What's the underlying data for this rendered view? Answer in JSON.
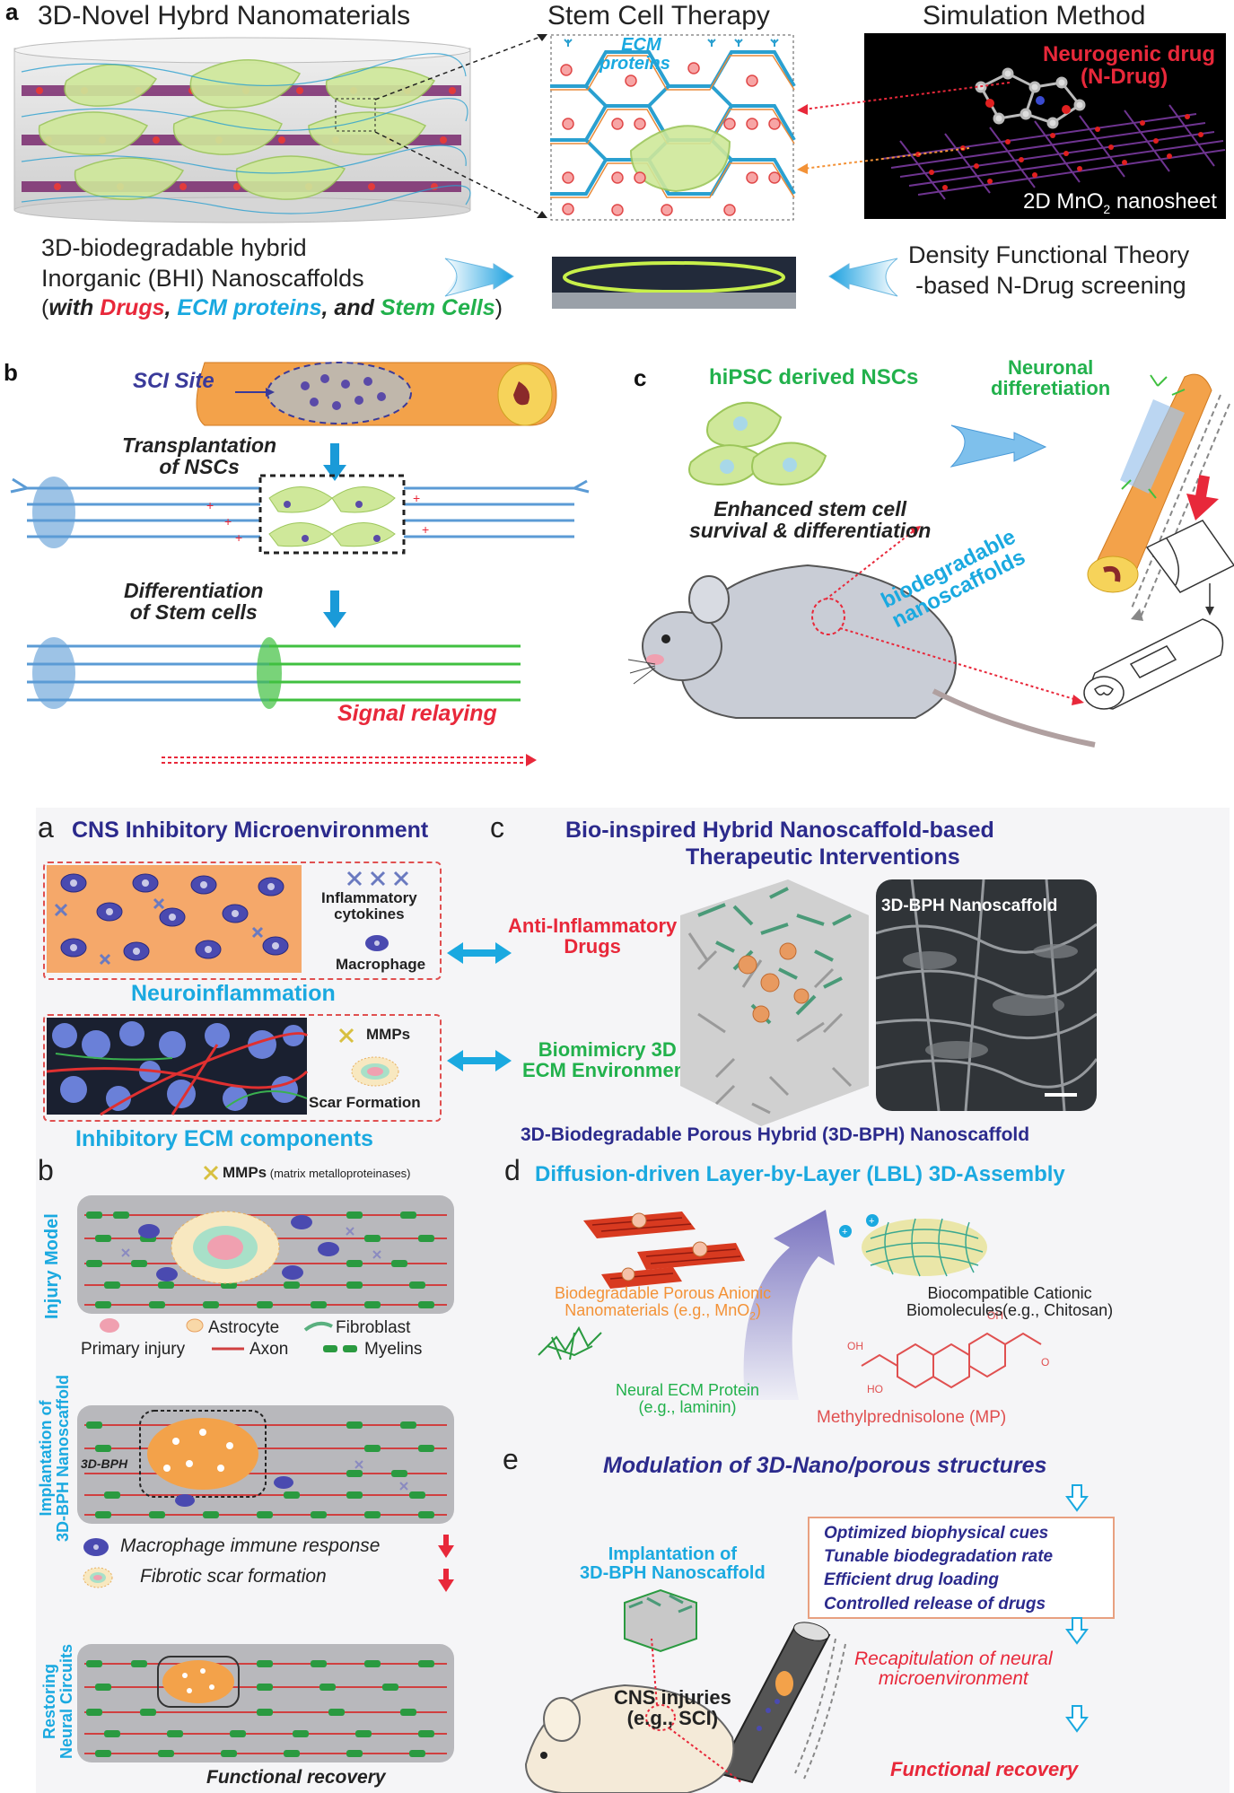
{
  "top": {
    "a": {
      "letter": "a",
      "title_left": "3D-Novel Hybrd Nanomaterials",
      "title_mid": "Stem Cell Therapy",
      "title_right": "Simulation Method",
      "ecm_line1": "ECM",
      "ecm_line2": "proteins",
      "drug_line1": "Neurogenic drug",
      "drug_line2": "(N-Drug)",
      "nanosheet": "2D MnO",
      "nanosheet_sub": "2",
      "nanosheet_tail": " nanosheet",
      "bhi_line1": "3D-biodegradable hybrid",
      "bhi_line2": "Inorganic (BHI) Nanoscaffolds",
      "with_open": "(",
      "with_word": "with ",
      "drugs": "Drugs",
      "comma1": ", ",
      "ecm": "ECM proteins",
      "comma2": ", and ",
      "stem": "Stem Cells",
      "with_close": ")",
      "dft_line1": "Density Functional Theory",
      "dft_line2": "-based N-Drug screening"
    },
    "b": {
      "letter": "b",
      "sci_site": "SCI Site",
      "transplant_line1": "Transplantation",
      "transplant_line2": "of NSCs",
      "diff_line1": "Differentiation",
      "diff_line2": "of Stem cells",
      "signal": "Signal relaying"
    },
    "c": {
      "letter": "c",
      "hipsc": "hiPSC derived NSCs",
      "neuronal_line1": "Neuronal",
      "neuronal_line2": "differetiation",
      "enhanced_line1": "Enhanced stem cell",
      "enhanced_line2": "survival & differentiation",
      "bio_line1": "biodegradable",
      "bio_line2": "nanoscaffolds"
    }
  },
  "bottom": {
    "a": {
      "letter": "a",
      "title": "CNS Inhibitory Microenvironment",
      "inflam_line1": "Inflammatory",
      "inflam_line2": "cytokines",
      "macrophage": "Macrophage",
      "neuroinflammation": "Neuroinflammation",
      "mmps": "MMPs",
      "scar": "Scar Formation",
      "inhibitory": "Inhibitory ECM components"
    },
    "c": {
      "letter": "c",
      "title_line1": "Bio-inspired Hybrid Nanoscaffold-based",
      "title_line2": "Therapeutic Interventions",
      "anti_line1": "Anti-Inflammatory",
      "anti_line2": "Drugs",
      "bio_line1": "Biomimicry 3D",
      "bio_line2": "ECM Environment",
      "sem_label": "3D-BPH Nanoscaffold",
      "caption": "3D-Biodegradable Porous Hybrid (3D-BPH) Nanoscaffold"
    },
    "b": {
      "letter": "b",
      "mmps_bold": "MMPs",
      "mmps_rest": " (matrix metalloproteinases)",
      "injury_model": "Injury Model",
      "astrocyte": "Astrocyte",
      "fibroblast": "Fibroblast",
      "primary": "Primary injury",
      "axon": "Axon",
      "myelins": "Myelins",
      "implant_line1": "Implantation of",
      "implant_line2": "3D-BPH Nanoscaffold",
      "bph": "3D-BPH",
      "macro_resp": "Macrophage immune response",
      "fibrotic": "Fibrotic scar formation",
      "restore_line1": "Restoring",
      "restore_line2": "Neural Circuits",
      "functional": "Functional recovery"
    },
    "d": {
      "letter": "d",
      "title": "Diffusion-driven Layer-by-Layer (LBL) 3D-Assembly",
      "anionic_line1": "Biodegradable Porous Anionic",
      "anionic_line2": "Nanomaterials (e.g., MnO",
      "anionic_sub": "2",
      "anionic_close": ")",
      "cationic_line1": "Biocompatible Cationic",
      "cationic_line2": "Biomolecules(e.g., Chitosan)",
      "neural_line1": "Neural ECM Protein",
      "neural_line2": "(e.g., laminin)",
      "mp": "Methylprednisolone (MP)"
    },
    "e": {
      "letter": "e",
      "title": "Modulation of 3D-Nano/porous structures",
      "box": [
        "Optimized biophysical cues",
        "Tunable biodegradation rate",
        "Efficient drug loading",
        "Controlled release of drugs"
      ],
      "implant_line1": "Implantation of",
      "implant_line2": "3D-BPH Nanoscaffold",
      "recap_line1": "Recapitulation of neural",
      "recap_line2": "microenvironment",
      "cns_line1": "CNS injuries",
      "cns_line2": "(e.g., SCI)",
      "functional": "Functional recovery"
    }
  },
  "colors": {
    "red": "#e8283a",
    "cyan": "#1aa9e0",
    "green": "#22b14c",
    "navy": "#2b2a8c",
    "orange": "#f39237",
    "blue_nerve": "#5b9bd5"
  }
}
